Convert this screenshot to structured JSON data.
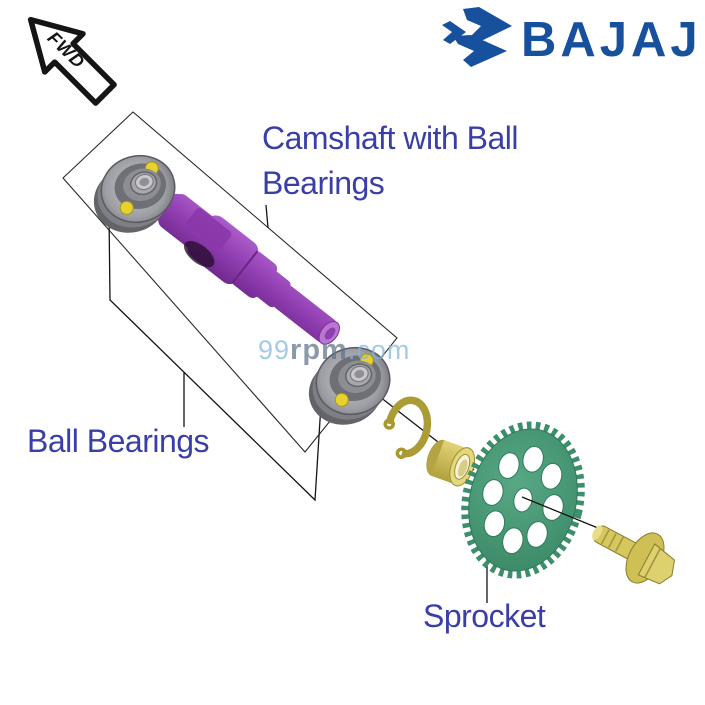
{
  "header": {
    "fwd_label": "FWD",
    "brand_name": "BAJAJ",
    "brand_color": "#17519e"
  },
  "watermark": {
    "prefix": "99",
    "mid": "rpm",
    "suffix": ".com"
  },
  "labels": {
    "camshaft_line1": "Camshaft with Ball",
    "camshaft_line2": "Bearings",
    "ball_bearings": "Ball Bearings",
    "sprocket": "Sprocket",
    "text_color": "#3a3fa8"
  },
  "parts_colors": {
    "camshaft_purple": "#913fb2",
    "bearing_gray": "#8a8a91",
    "bearing_ball_yellow": "#e6d22e",
    "circlip_olive": "#ab9c35",
    "bushing_brass": "#d9cb5e",
    "sprocket_green": "#49997a",
    "bolt_gold": "#d3c35c",
    "line_black": "#1a1a1a"
  }
}
